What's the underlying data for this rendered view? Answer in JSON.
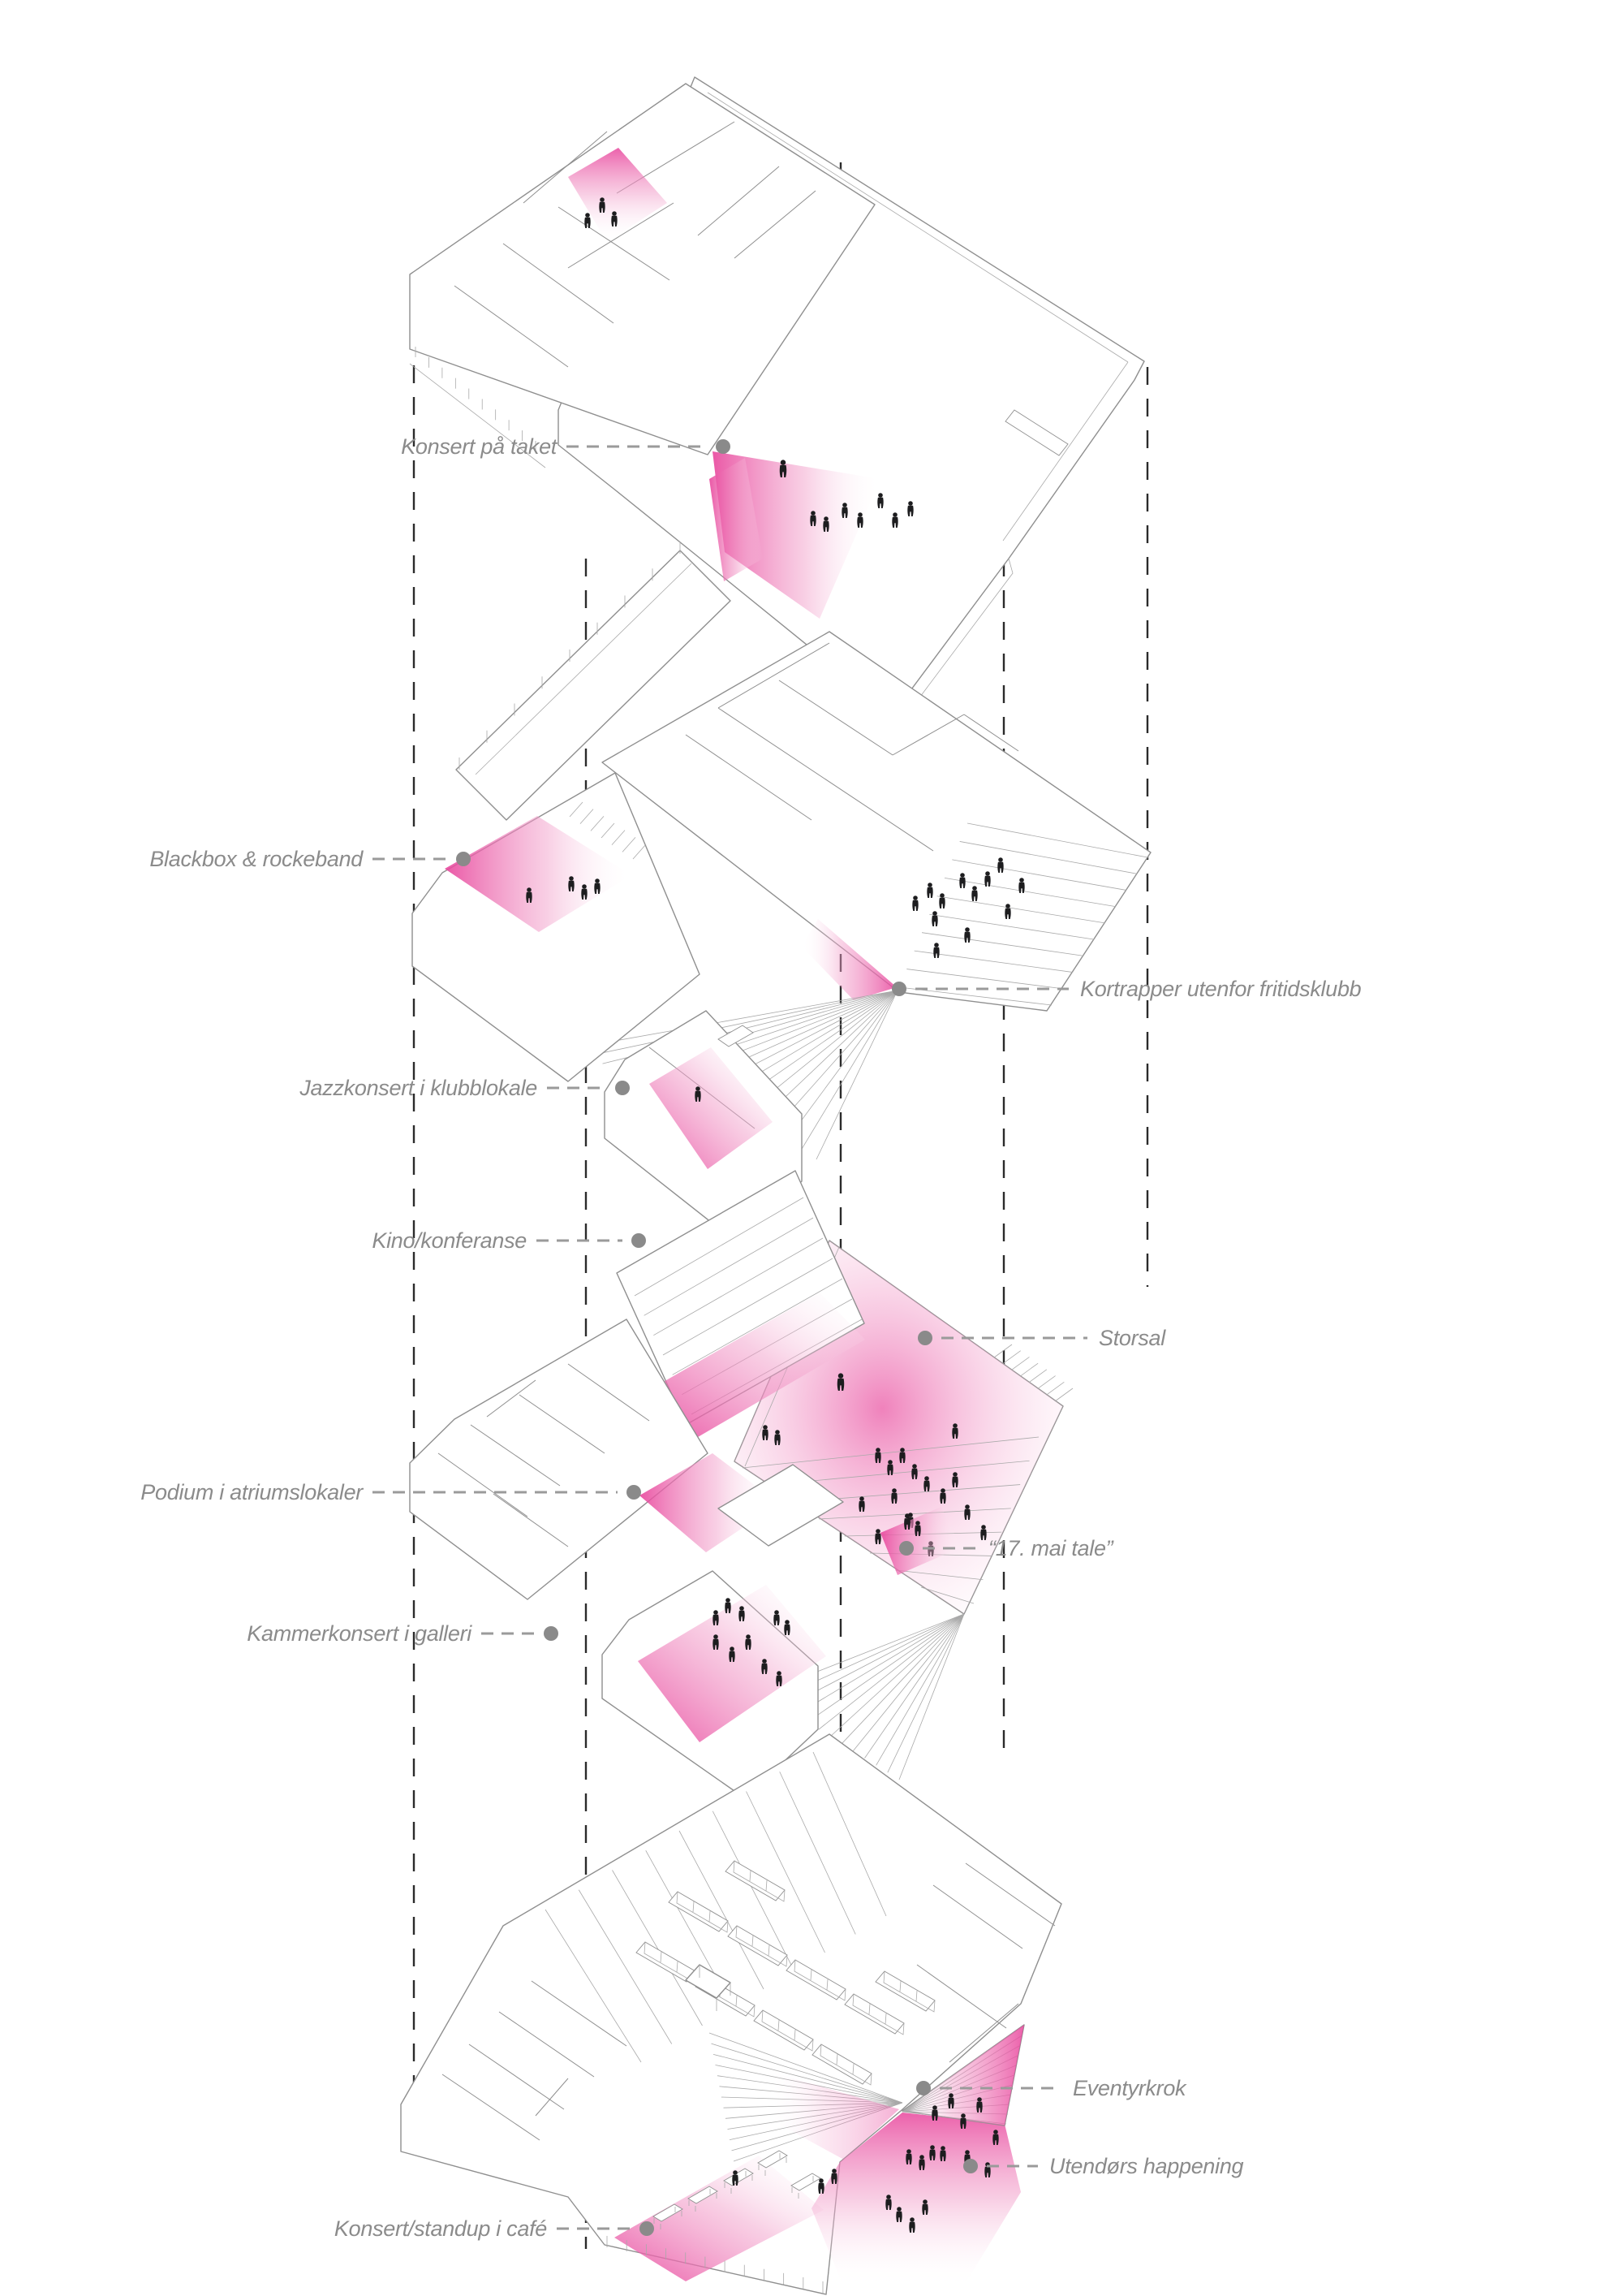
{
  "colors": {
    "background": "#ffffff",
    "line": "#8f8f8f",
    "line_fine": "#a9a9a9",
    "label_text": "#8b8b8b",
    "leader": "#9a9a9a",
    "leader_dot": "#8a8a8a",
    "projection_line": "#2b2b2b",
    "figure": "#1d1d1f",
    "pink_strong": "#e8459c",
    "pink_mid": "#f29fca",
    "pink_light": "#f9d4e8"
  },
  "labels": {
    "konsert_pa_taket": "Konsert på taket",
    "blackbox_rockeband": "Blackbox & rockeband",
    "kortrapper_utenfor_fritidsklubb": "Kortrapper utenfor fritidsklubb",
    "jazzkonsert_i_klubblokale": "Jazzkonsert i klubblokale",
    "kino_konferanse": "Kino/konferanse",
    "storsal": "Storsal",
    "podium_i_atriumslokaler": "Podium i atriumslokaler",
    "sytten_mai_tale": "“17. mai tale”",
    "kammerkonsert_i_galleri": "Kammerkonsert i galleri",
    "eventyrkrok": "Eventyrkrok",
    "utendors_happening": "Utendørs happening",
    "konsert_standup_i_cafe": "Konsert/standup i café"
  }
}
